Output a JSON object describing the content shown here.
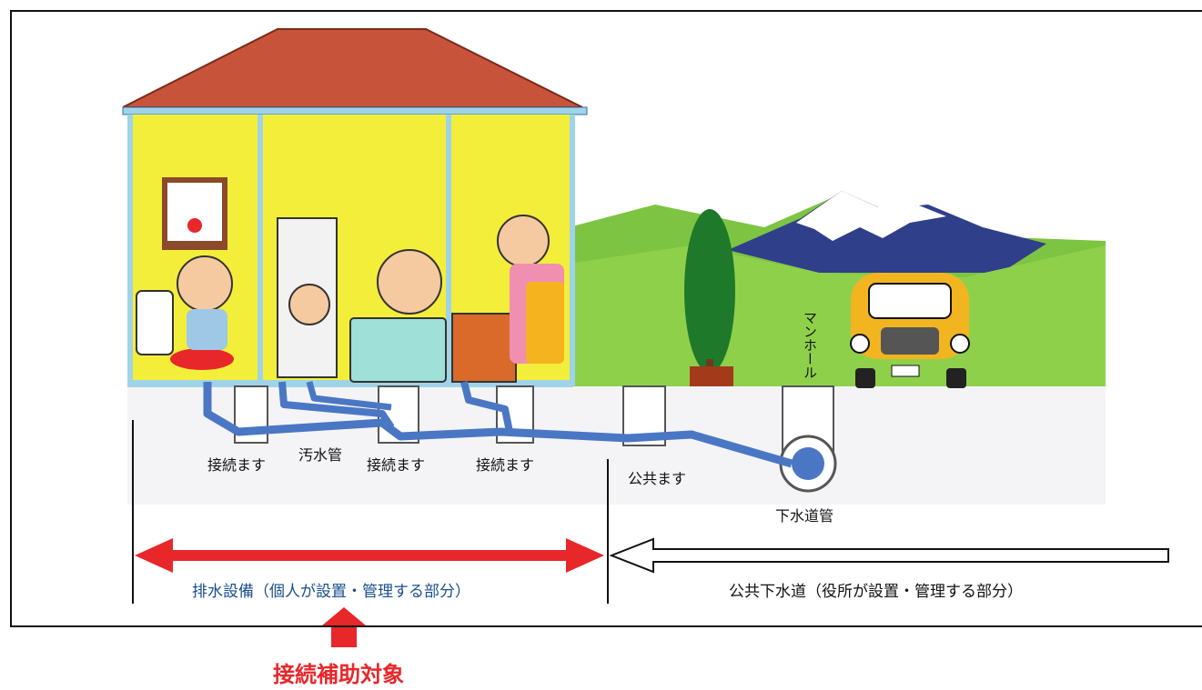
{
  "labels": {
    "manhole": "マンホール",
    "connection_box_1": "接続ます",
    "sewage_pipe": "汚水管",
    "connection_box_2": "接続ます",
    "connection_box_3": "接続ます",
    "public_box": "公共ます",
    "sewer_main": "下水道管"
  },
  "sections": {
    "private": "排水設備（個人が設置・管理する部分）",
    "public": "公共下水道（役所が設置・管理する部分）"
  },
  "subsidy_target": "接続補助対象",
  "colors": {
    "red_arrow": "#e8272a",
    "private_text": "#1a4f8c",
    "house_wall": "#f3ee3a",
    "roof": "#c7543a",
    "pipe": "#4a77c4",
    "hill": "#7dc442",
    "car": "#f2b51f"
  }
}
